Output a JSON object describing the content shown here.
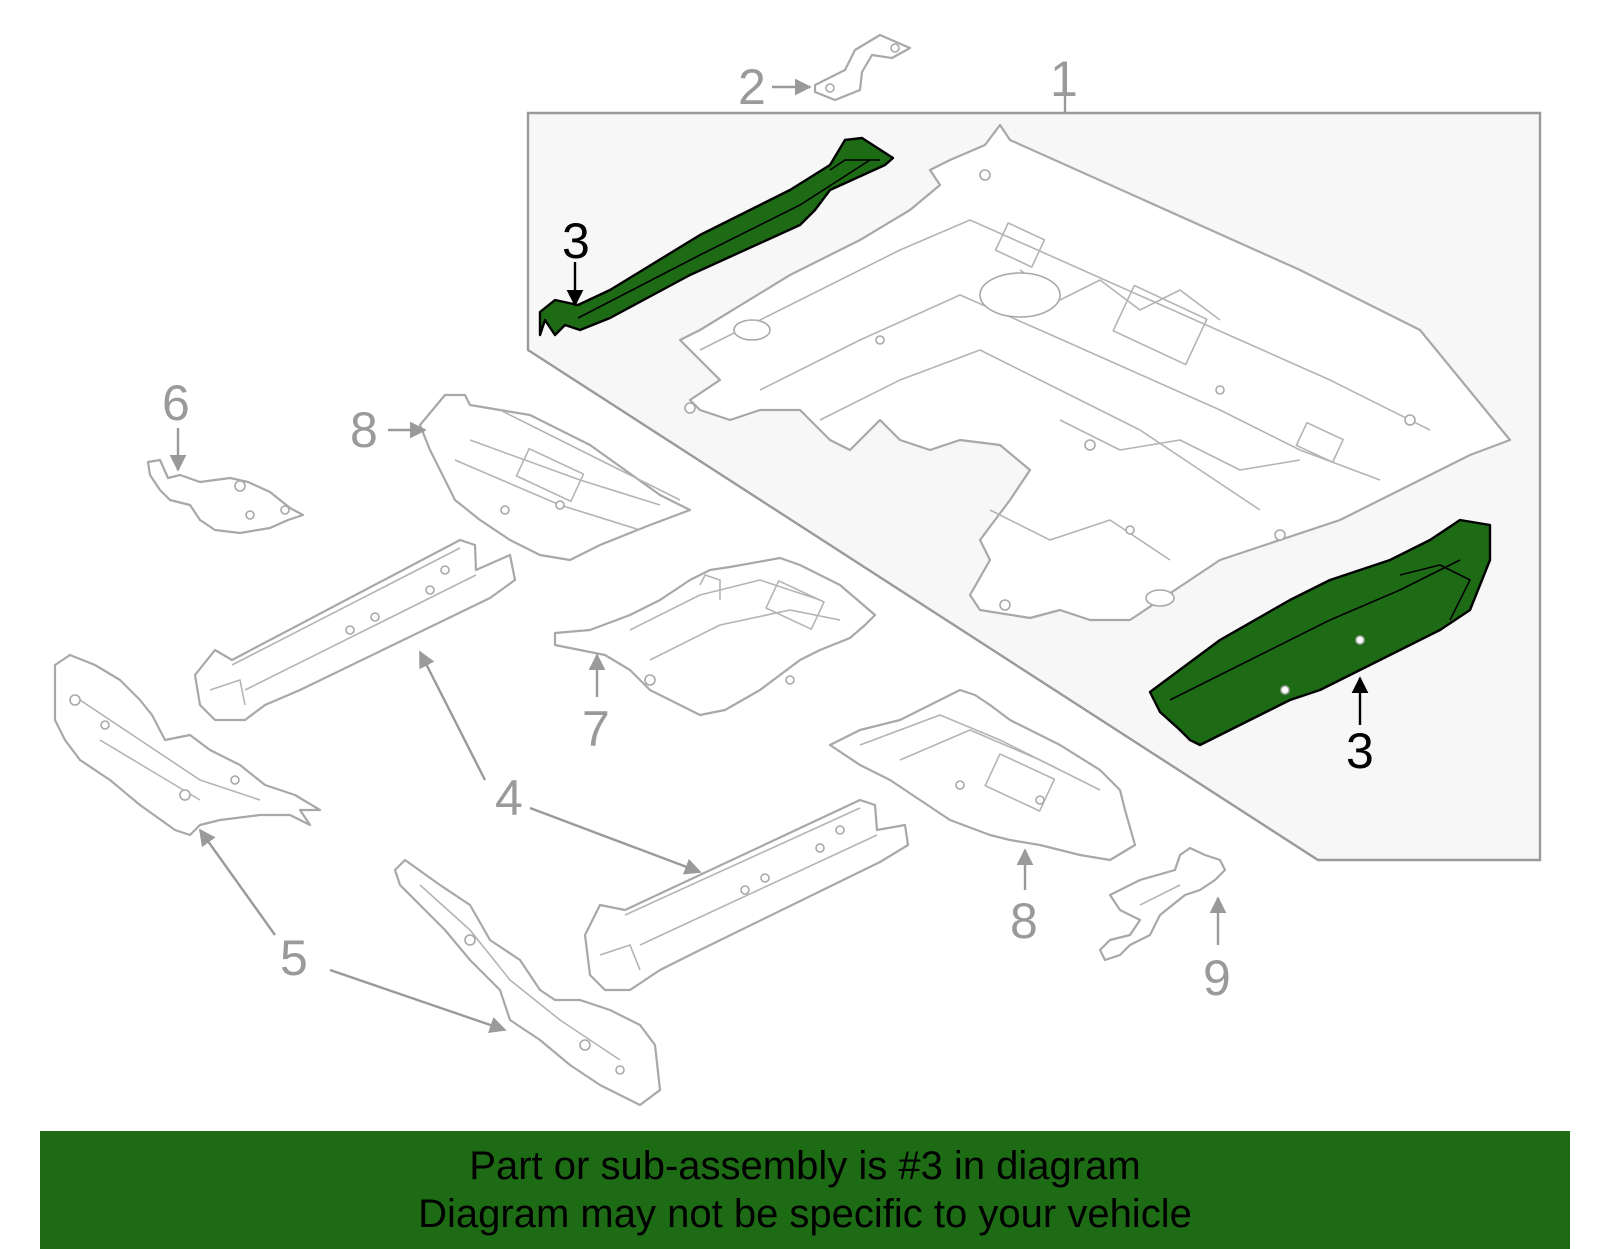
{
  "diagram": {
    "highlight_color": "#1e6b15",
    "box_fill": "#f7f7f7",
    "callouts": {
      "c1": "1",
      "c2": "2",
      "c3a": "3",
      "c3b": "3",
      "c4": "4",
      "c5": "5",
      "c6": "6",
      "c7": "7",
      "c8a": "8",
      "c8b": "8",
      "c9": "9"
    }
  },
  "banner": {
    "line1": "Part or sub-assembly is #3 in diagram",
    "line2": "Diagram may not be specific to your vehicle",
    "background": "#1e6b15"
  }
}
